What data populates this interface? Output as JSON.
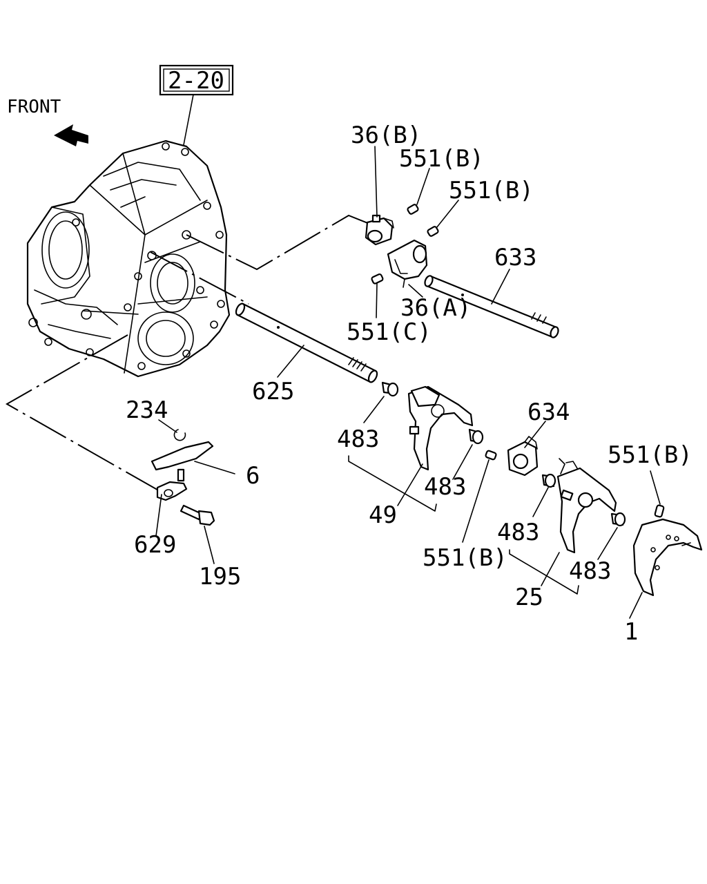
{
  "diagram": {
    "ref_box": "2-20",
    "front": "FRONT",
    "labels": {
      "p36b": "36(B)",
      "p551b_1": "551(B)",
      "p551b_2": "551(B)",
      "p633": "633",
      "p36a": "36(A)",
      "p551c": "551(C)",
      "p625": "625",
      "p234": "234",
      "p6": "6",
      "p629": "629",
      "p195": "195",
      "p483_1": "483",
      "p483_2": "483",
      "p49": "49",
      "p634": "634",
      "p551b_3": "551(B)",
      "p551b_4": "551(B)",
      "p483_3": "483",
      "p483_4": "483",
      "p25": "25",
      "p1": "1"
    }
  }
}
